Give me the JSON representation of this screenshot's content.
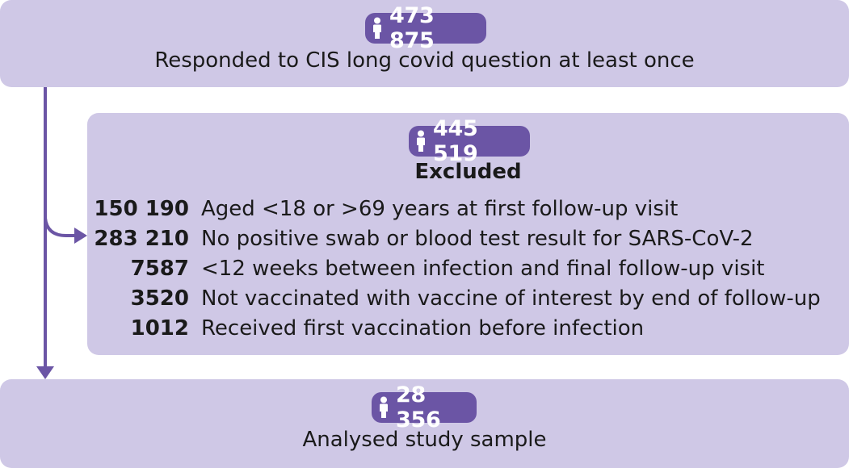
{
  "top": {
    "count": "473 875",
    "caption": "Responded to CIS long covid question at least once"
  },
  "excluded": {
    "count": "445 519",
    "title": "Excluded",
    "rows": [
      {
        "count": "150 190",
        "reason": "Aged <18 or >69 years at first follow-up visit"
      },
      {
        "count": "283 210",
        "reason": "No positive swab or blood test result for SARS-CoV-2"
      },
      {
        "count": "7587",
        "reason": "<12 weeks between infection and final follow-up visit"
      },
      {
        "count": "3520",
        "reason": "Not vaccinated with vaccine of interest by end of follow-up"
      },
      {
        "count": "1012",
        "reason": "Received first vaccination before infection"
      }
    ]
  },
  "bottom": {
    "count": "28 356",
    "caption": "Analysed study sample"
  },
  "colors": {
    "box_fill": "#cfc8e6",
    "badge_fill": "#6b55a5",
    "arrow": "#6b55a5"
  },
  "icons": {
    "badge_icon": "person-icon"
  }
}
